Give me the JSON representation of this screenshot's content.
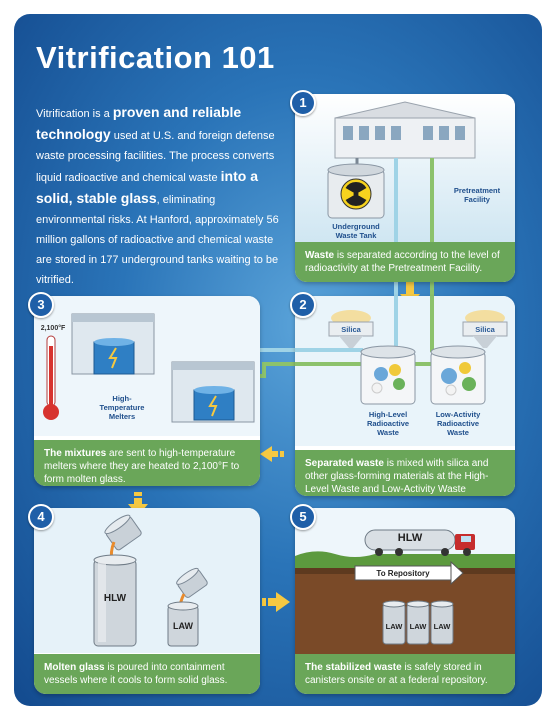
{
  "title": "Vitrification 101",
  "intro": {
    "p1": "Vitrification is a ",
    "p2": "proven and reliable technology",
    "p3": " used at U.S. and foreign defense waste processing facilities. The process converts liquid radioactive and chemical waste ",
    "p4": "into a solid, stable glass",
    "p5": ", eliminating environmental risks. At Hanford, approximately 56 million gallons of radioactive and chemical waste are stored in 177 underground tanks waiting to be vitrified."
  },
  "steps": [
    {
      "number": "1",
      "labels": {
        "tank": "Underground Waste Tank",
        "facility": "Pretreatment Facility"
      },
      "caption_bold": "Waste",
      "caption_rest": " is separated according to the level of radioactivity at the Pretreatment Facility."
    },
    {
      "number": "2",
      "labels": {
        "silica_left": "Silica",
        "silica_right": "Silica",
        "hlw": "High-Level Radioactive Waste",
        "law": "Low-Activity Radioactive Waste"
      },
      "caption_bold": "Separated waste",
      "caption_rest": " is mixed with silica and other glass-forming materials at the High-Level Waste and Low-Activity Waste facilities."
    },
    {
      "number": "3",
      "labels": {
        "temp": "2,100°F",
        "melters": "High-Temperature Melters"
      },
      "caption_bold": "The mixtures",
      "caption_rest": " are sent to high-temperature melters where they are heated to 2,100°F to form molten glass."
    },
    {
      "number": "4",
      "labels": {
        "hlw": "HLW",
        "law": "LAW"
      },
      "caption_bold": "Molten glass",
      "caption_rest": " is poured into containment vessels where it cools to form solid glass."
    },
    {
      "number": "5",
      "labels": {
        "truck": "HLW",
        "repository": "To Repository",
        "c1": "LAW",
        "c2": "LAW",
        "c3": "LAW"
      },
      "caption_bold": "The stabilized waste",
      "caption_rest": " is safely stored in canisters onsite or at a federal repository."
    }
  ],
  "colors": {
    "accent_green": "#6aa659",
    "badge_blue": "#1f5fa8",
    "arrow_yellow": "#f5c842"
  }
}
